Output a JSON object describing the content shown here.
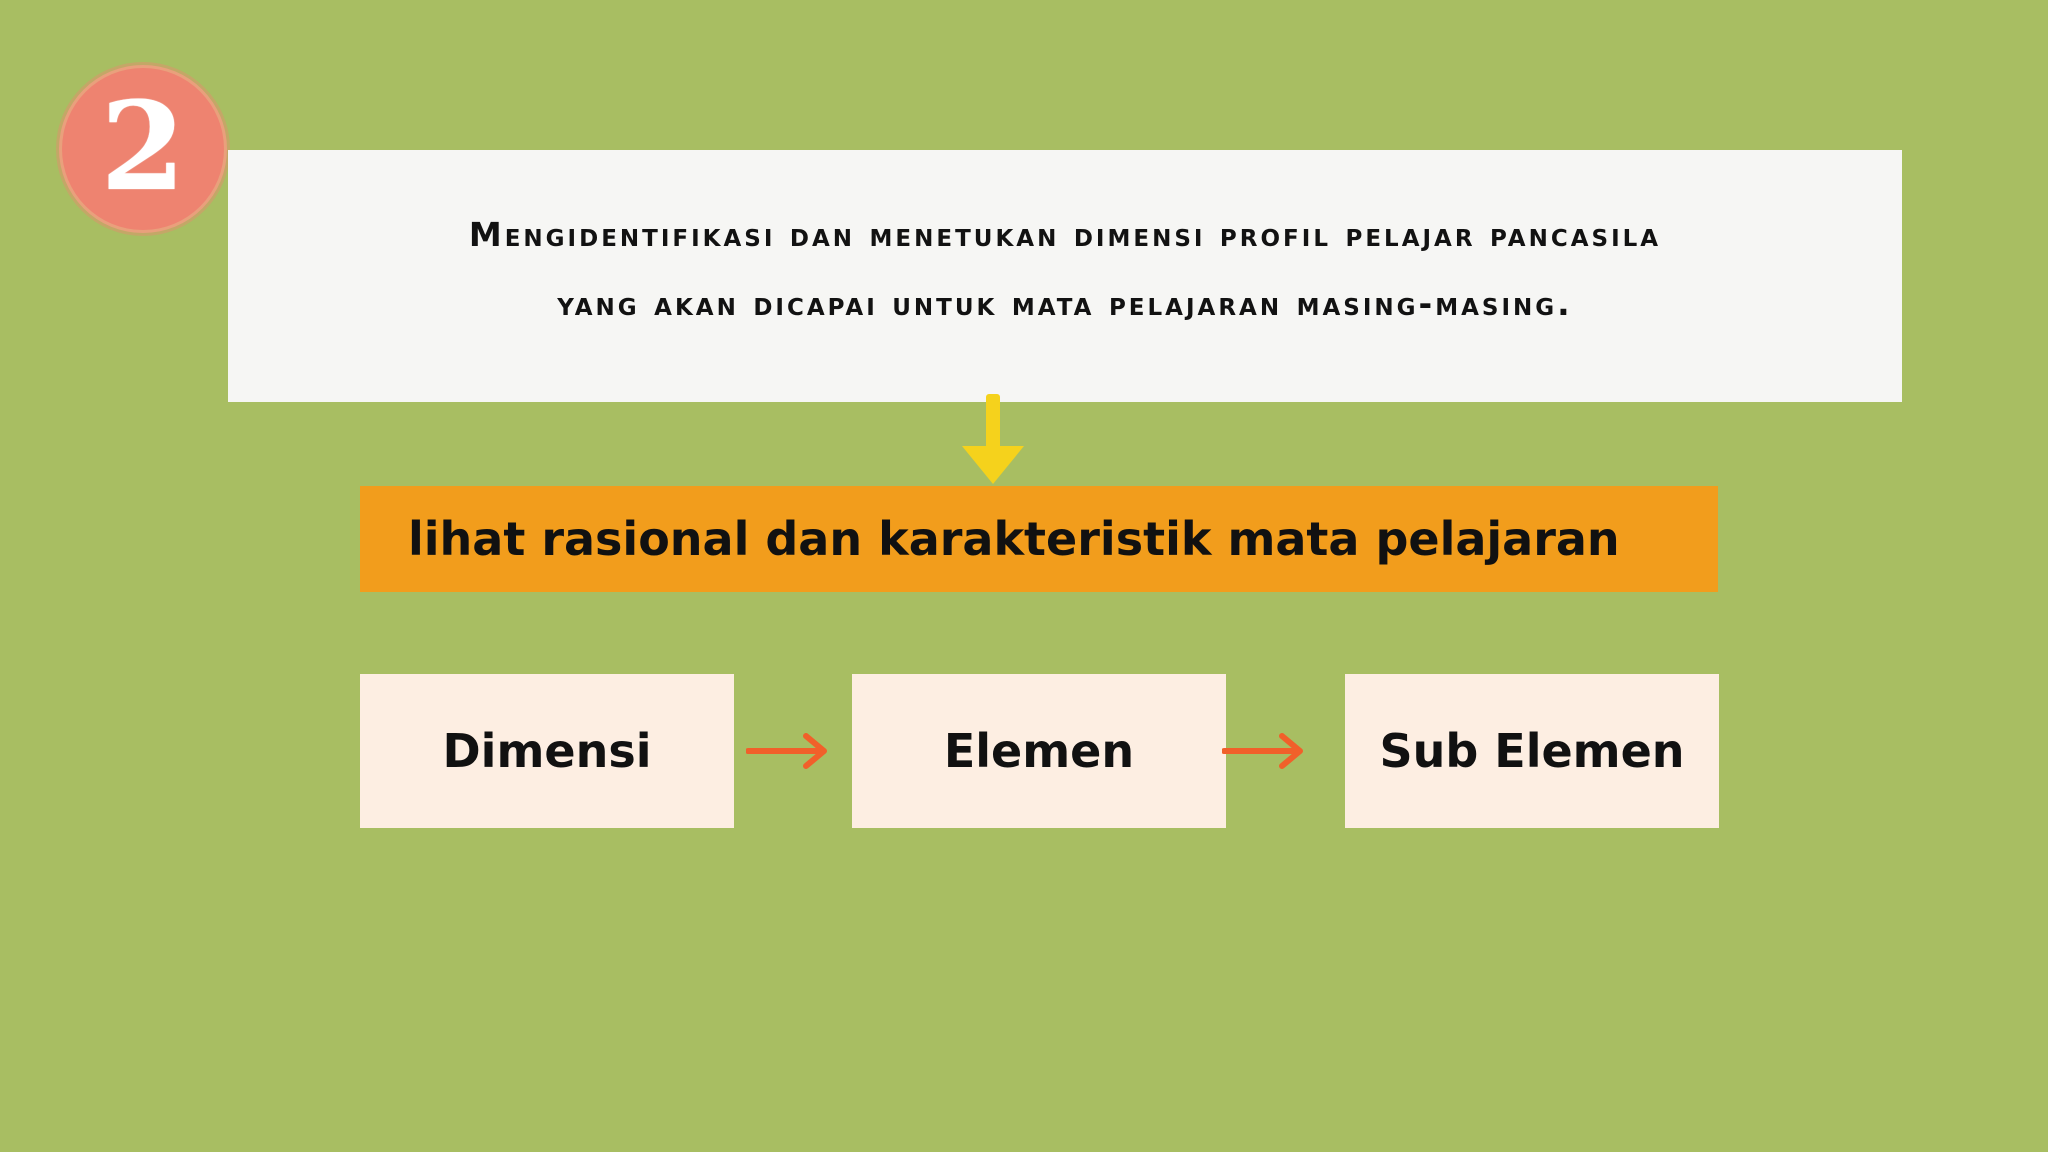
{
  "step_number": "2",
  "main_instruction": "Mengidentifikasi dan menetukan dimensi profil pelajar pancasila\nyang akan dicapai untuk mata pelajaran masing-masing.",
  "highlight_text": "lihat rasional dan karakteristik mata pelajaran",
  "flow_items": [
    "Dimensi",
    "Elemen",
    "Sub Elemen"
  ],
  "colors": {
    "background": "#a8be62",
    "badge": "#ee8370",
    "card": "#f6f6f4",
    "highlight_bar": "#f29d1c",
    "flow_box": "#fdeee2",
    "down_arrow": "#f5d21c",
    "flow_arrow": "#f1602a"
  }
}
